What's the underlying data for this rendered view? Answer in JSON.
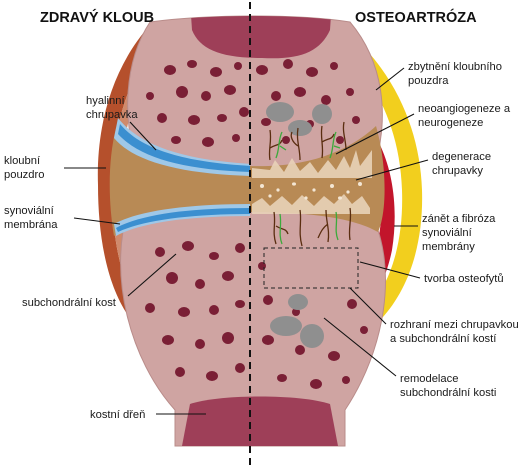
{
  "headings": {
    "left": "ZDRAVÝ KLOUB",
    "right": "OSTEOARTRÓZA"
  },
  "labels": {
    "hyaline_cartilage": [
      "hyalinní",
      "chrupavka"
    ],
    "joint_capsule": [
      "kloubní",
      "pouzdro"
    ],
    "synovial_membrane": [
      "synoviální",
      "membrána"
    ],
    "subchondral_bone": [
      "subchondrální kost"
    ],
    "bone_marrow": [
      "kostní dřeň"
    ],
    "capsule_thickening": [
      "zbytnění kloubního",
      "pouzdra"
    ],
    "neoangiogenesis": [
      "neoangiogeneze a",
      "neurogeneze"
    ],
    "cartilage_degeneration": [
      "degenerace",
      "chrupavky"
    ],
    "synovitis": [
      "zánět a fibróza",
      "synoviální",
      "membrány"
    ],
    "osteophyte_formation": [
      "tvorba osteofytů"
    ],
    "cartilage_bone_interface": [
      "rozhraní mezi chrupavkou",
      "a subchondrální kostí"
    ],
    "bone_remodeling": [
      "remodelace",
      "subchondrální kosti"
    ]
  },
  "colors": {
    "bone": "#cfa4a2",
    "bone_edge": "#b98c8a",
    "marrow_hole": "#7a1f35",
    "marrow_band": "#9e3f58",
    "cartilage": "#3b8fd0",
    "cartilage_light": "#9fc8e8",
    "synovial_fluid": "#b88a55",
    "capsule_outer": "#b5502c",
    "capsule_yellow": "#f2cf1e",
    "inflamed": "#c2152b",
    "sclerosis": "#8f8f8f",
    "vessel": "#5a2d10",
    "nerve": "#3caa3c"
  }
}
